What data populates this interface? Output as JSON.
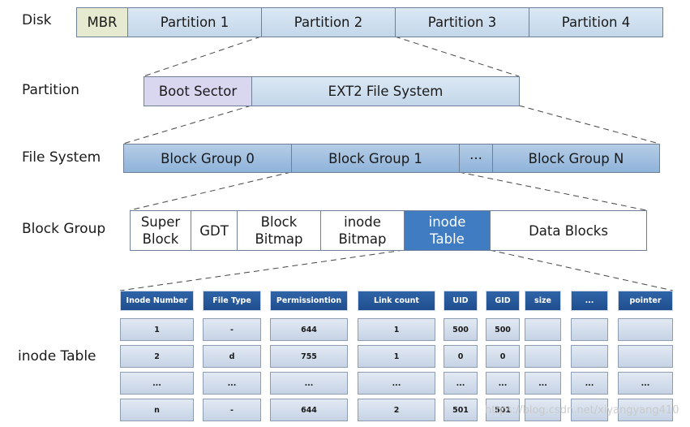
{
  "rows": {
    "disk": "Disk",
    "partition": "Partition",
    "filesystem": "File System",
    "blockgroup": "Block Group",
    "inodetable": "inode Table"
  },
  "disk": [
    "MBR",
    "Partition 1",
    "Partition 2",
    "Partition 3",
    "Partition 4"
  ],
  "partition": [
    "Boot Sector",
    "EXT2 File System"
  ],
  "filesystem": [
    "Block Group 0",
    "Block Group 1",
    "···",
    "Block Group N"
  ],
  "blockgroup": [
    [
      "Super",
      "Block"
    ],
    [
      "GDT",
      ""
    ],
    [
      "Block",
      "Bitmap"
    ],
    [
      "inode",
      "Bitmap"
    ],
    [
      "inode",
      "Table"
    ],
    [
      "Data Blocks",
      ""
    ]
  ],
  "table": {
    "headers": [
      "Inode Number",
      "File Type",
      "Permissiontion",
      "Link count",
      "UID",
      "GID",
      "size",
      "...",
      "pointer"
    ],
    "rows": [
      [
        "1",
        "-",
        "644",
        "1",
        "500",
        "500",
        "",
        "",
        ""
      ],
      [
        "2",
        "d",
        "755",
        "1",
        "0",
        "0",
        "",
        "",
        ""
      ],
      [
        "...",
        "...",
        "...",
        "...",
        "...",
        "...",
        "...",
        "...",
        "..."
      ],
      [
        "n",
        "-",
        "644",
        "2",
        "501",
        "501",
        "",
        "",
        ""
      ]
    ]
  },
  "watermark": "https://blog.csdn.net/xiyangyang410"
}
